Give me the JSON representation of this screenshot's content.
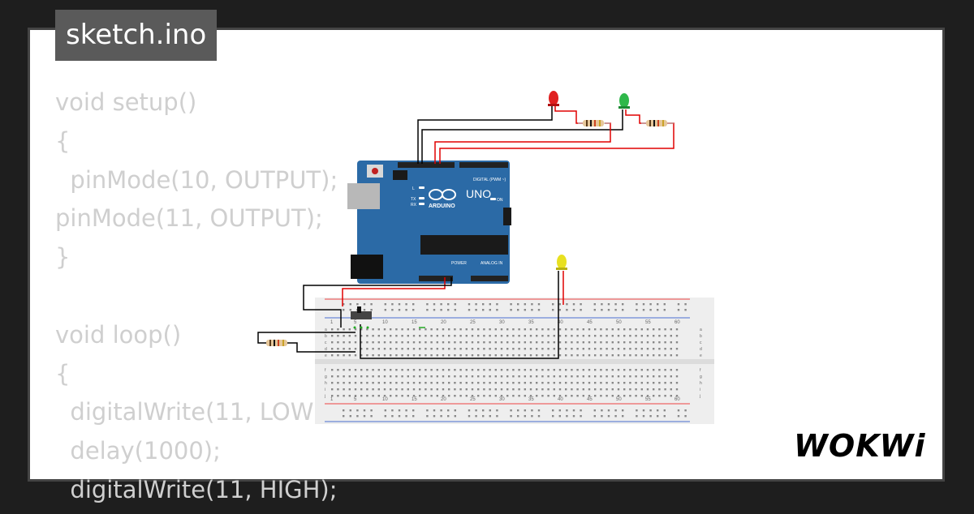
{
  "file_tab": {
    "label": "sketch.ino"
  },
  "code_lines": [
    "void setup()",
    "{",
    "  pinMode(10, OUTPUT);",
    "pinMode(11, OUTPUT);",
    "}",
    "",
    "void loop()",
    "{",
    "  digitalWrite(11, LOW);",
    "  delay(1000);",
    "  digitalWrite(11, HIGH);"
  ],
  "board": {
    "label_uno": "UNO",
    "label_arduino": "ARDUINO",
    "label_digital": "DIGITAL (PWM ~)",
    "label_power": "POWER",
    "label_analog": "ANALOG IN",
    "label_on": "ON",
    "label_tx": "TX",
    "label_rx": "RX",
    "label_l": "L"
  },
  "breadboard": {
    "column_numbers": [
      "1",
      "5",
      "10",
      "15",
      "20",
      "25",
      "30",
      "35",
      "40",
      "45",
      "50",
      "55",
      "60"
    ],
    "row_letters_top": [
      "a",
      "b",
      "c",
      "d",
      "e"
    ],
    "row_letters_bottom": [
      "f",
      "g",
      "h",
      "i",
      "j"
    ]
  },
  "leds": [
    {
      "color": "#e02020"
    },
    {
      "color": "#2fb84a"
    },
    {
      "color": "#e8e020"
    }
  ],
  "logo": {
    "text": "WOKWi"
  },
  "colors": {
    "background": "#1e1e1e",
    "board": "#2b6aa6",
    "wire_red": "#e00000",
    "wire_black": "#000000"
  }
}
